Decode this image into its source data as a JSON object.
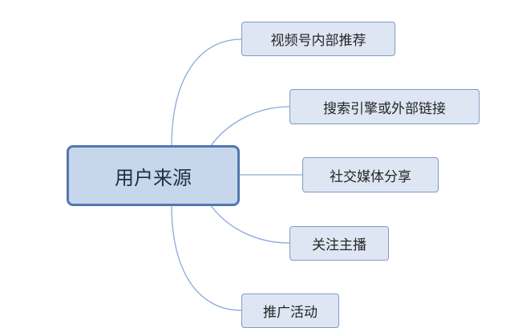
{
  "mindmap": {
    "root": {
      "label": "用户来源"
    },
    "branches": [
      {
        "label": "视频号内部推荐"
      },
      {
        "label": "搜索引擎或外部链接"
      },
      {
        "label": "社交媒体分享"
      },
      {
        "label": "关注主播"
      },
      {
        "label": "推广活动"
      }
    ],
    "colors": {
      "connector": "#8aaad8",
      "root_fill": "#c6d7ec",
      "root_border": "#5378b0",
      "node_fill": "#dde6f2",
      "node_border": "#7e9bc4"
    }
  }
}
